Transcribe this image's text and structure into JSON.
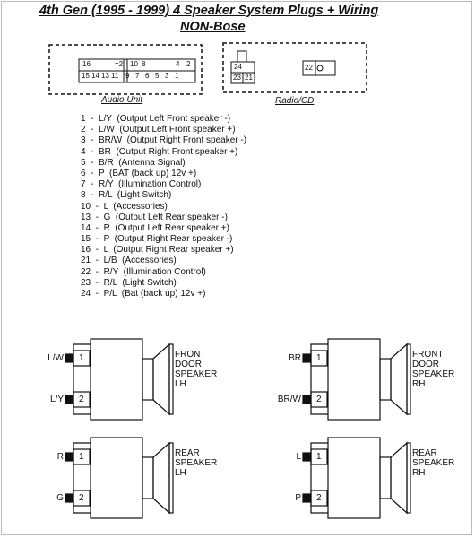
{
  "header": {
    "title": "4th Gen (1995 - 1999) 4 Speaker System Plugs + Wiring",
    "subtitle": "NON-Bose"
  },
  "audio_unit": {
    "label": "Audio Unit",
    "row_top": [
      "16",
      "=2",
      "10",
      "8",
      "4",
      "2"
    ],
    "row_bottom": [
      "15",
      "14",
      "13",
      "11",
      "9",
      "7",
      "6",
      "5",
      "3",
      "1"
    ]
  },
  "radio_cd": {
    "label": "Radio/CD",
    "pins_left": [
      "24",
      "23",
      "21"
    ],
    "pins_right": [
      "22"
    ]
  },
  "pinout": [
    "1  -  L/Y  (Output Left Front speaker -)",
    "2  -  L/W  (Output Left Front speaker +)",
    "3  -  BR/W  (Output Right Front speaker -)",
    "4  -  BR  (Output Right Front speaker +)",
    "5  -  B/R  (Antenna Signal)",
    "6  -  P  (BAT (back up) 12v +)",
    "7  -  R/Y  (Illumination Control)",
    "8  -  R/L  (Light Switch)",
    "10  -  L  (Accessories)",
    "13  -  G  (Output Left Rear speaker -)",
    "14  -  R  (Output Left Rear speaker +)",
    "15  -  P  (Output Right Rear speaker -)",
    "16  -  L  (Output Right Rear speaker +)",
    "21  -  L/B  (Accessories)",
    "22  -  R/Y  (Illumination Control)",
    "23  -  R/L  (Light Switch)",
    "24  -  P/L  (Bat (back up) 12v +)"
  ],
  "speakers": [
    {
      "name_lines": [
        "FRONT",
        "DOOR",
        "SPEAKER",
        "LH"
      ],
      "wire1": "L/W",
      "wire2": "L/Y",
      "pin1": "1",
      "pin2": "2"
    },
    {
      "name_lines": [
        "FRONT",
        "DOOR",
        "SPEAKER",
        "RH"
      ],
      "wire1": "BR",
      "wire2": "BR/W",
      "pin1": "1",
      "pin2": "2"
    },
    {
      "name_lines": [
        "REAR",
        "SPEAKER",
        "LH"
      ],
      "wire1": "R",
      "wire2": "G",
      "pin1": "1",
      "pin2": "2"
    },
    {
      "name_lines": [
        "REAR",
        "SPEAKER",
        "RH"
      ],
      "wire1": "L",
      "wire2": "P",
      "pin1": "1",
      "pin2": "2"
    }
  ]
}
